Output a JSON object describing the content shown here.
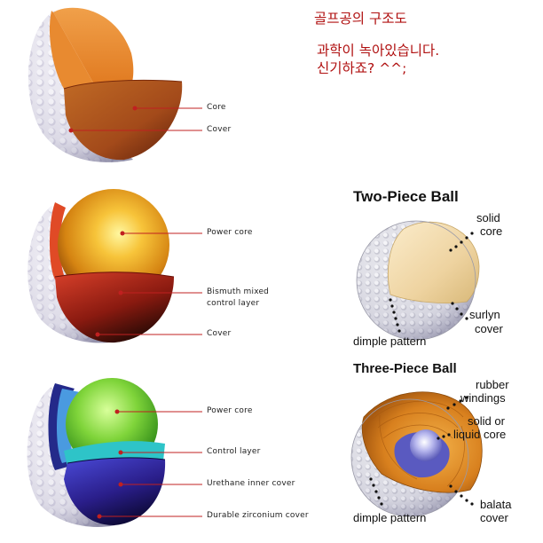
{
  "caption": {
    "line1": "골프공의 구조도",
    "line2": "과학이 녹아있습니다.",
    "line3": "신기하죠? ^^;"
  },
  "ball1": {
    "labels": [
      "Core",
      "Cover"
    ]
  },
  "ball2": {
    "labels": [
      "Power core",
      "Bismuth mixed",
      "control layer",
      "Cover"
    ]
  },
  "ball3": {
    "labels": [
      "Power core",
      "Control layer",
      "Urethane inner cover",
      "Durable zirconium cover"
    ]
  },
  "two_piece": {
    "title": "Two-Piece Ball",
    "solid1": "solid",
    "solid2": "core",
    "surlyn1": "surlyn",
    "surlyn2": "cover",
    "dimple": "dimple pattern"
  },
  "three_piece": {
    "title": "Three-Piece Ball",
    "rubber1": "rubber",
    "rubber2": "windings",
    "liquid1": "solid or",
    "liquid2": "liquid core",
    "balata1": "balata",
    "balata2": "cover",
    "dimple": "dimple pattern"
  }
}
